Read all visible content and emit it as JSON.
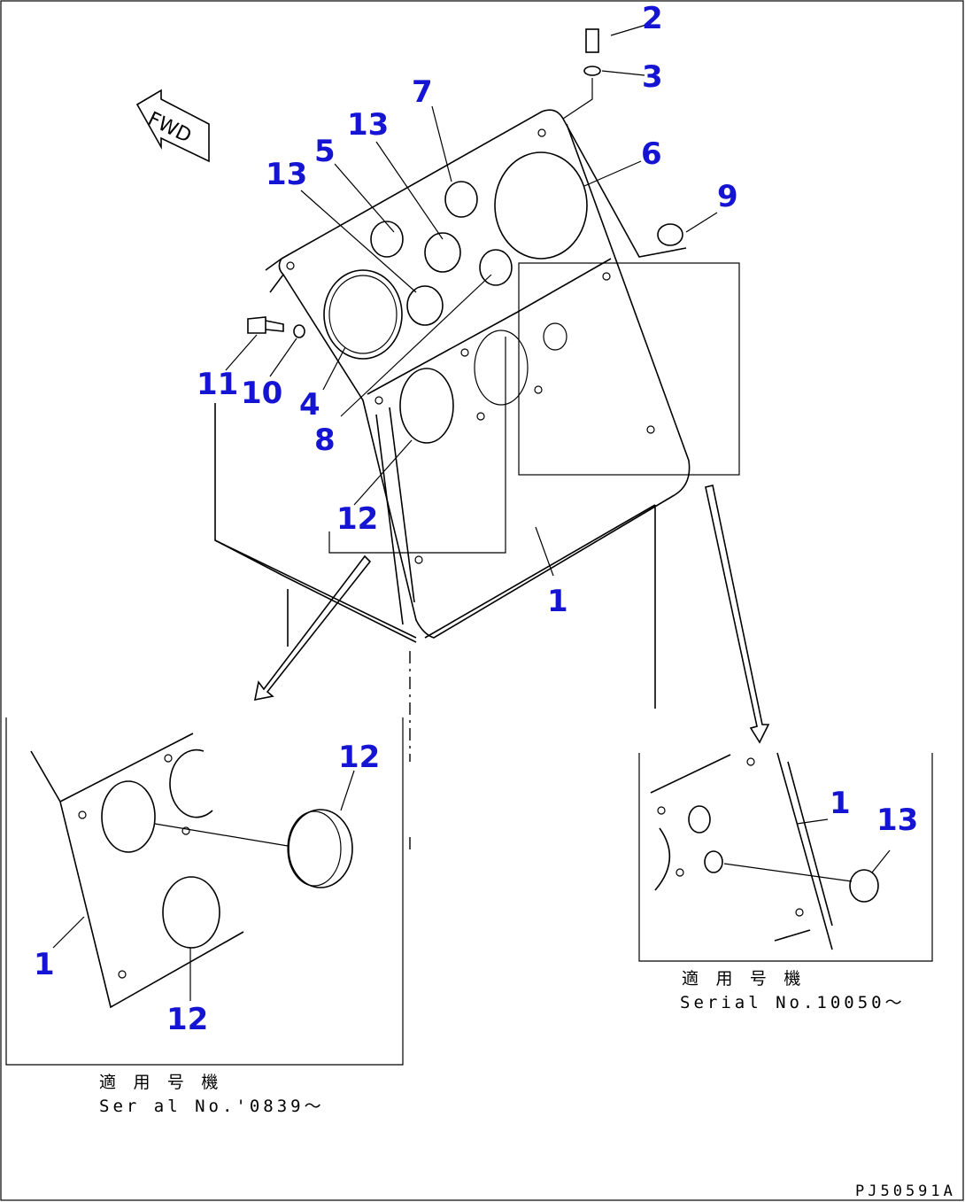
{
  "direction_marker": "FWD",
  "callouts": {
    "c1_main": "1",
    "c1_left": "1",
    "c1_right": "1",
    "c2": "2",
    "c3": "3",
    "c4": "4",
    "c5": "5",
    "c6": "6",
    "c7": "7",
    "c8": "8",
    "c9": "9",
    "c10": "10",
    "c11": "11",
    "c12_main": "12",
    "c12_left_top": "12",
    "c12_left_bottom": "12",
    "c13_a": "13",
    "c13_b": "13",
    "c13_right": "13"
  },
  "left_detail": {
    "applicable_label": "適 用 号 機",
    "serial": "Ser al No.'0839～"
  },
  "right_detail": {
    "applicable_label": "適 用 号 機",
    "serial": "Serial No.10050～"
  },
  "drawing_code": "PJ50591A",
  "colors": {
    "callout": "#1414d2",
    "line": "#000000",
    "background": "#ffffff"
  }
}
